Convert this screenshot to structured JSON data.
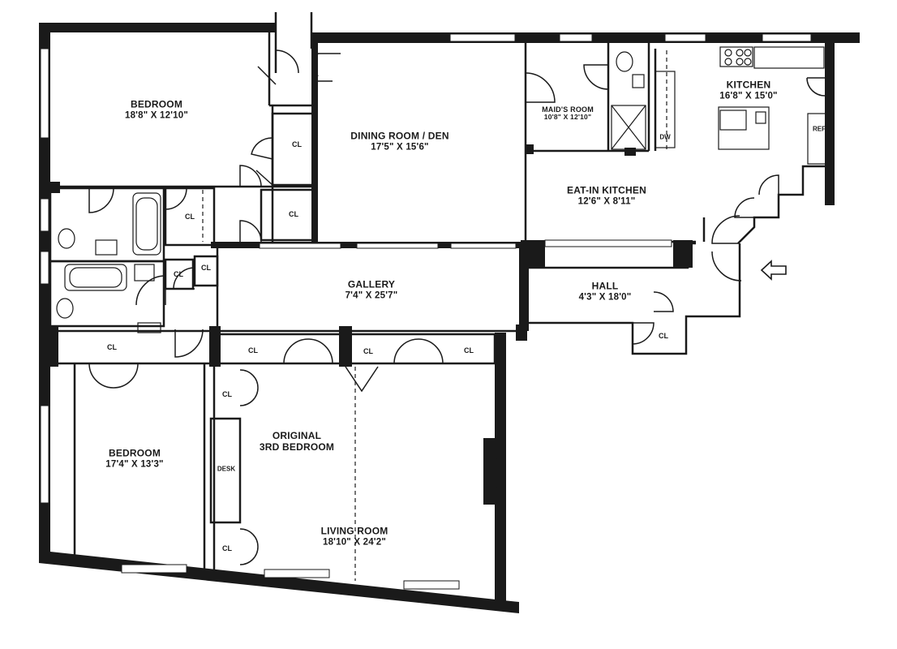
{
  "rooms": {
    "bedroom_1": {
      "name": "BEDROOM",
      "dims": "18'8\" X 12'10\""
    },
    "dining": {
      "name": "DINING ROOM / DEN",
      "dims": "17'5\" X 15'6\""
    },
    "maids": {
      "name": "MAID'S ROOM",
      "dims": "10'8\" X 12'10\""
    },
    "kitchen": {
      "name": "KITCHEN",
      "dims": "16'8\" X 15'0\""
    },
    "eat_in": {
      "name": "EAT-IN KITCHEN",
      "dims": "12'6\" X 8'11\""
    },
    "gallery": {
      "name": "GALLERY",
      "dims": "7'4\" X 25'7\""
    },
    "hall": {
      "name": "HALL",
      "dims": "4'3\" X 18'0\""
    },
    "bedroom_2": {
      "name": "BEDROOM",
      "dims": "17'4\" X 13'3\""
    },
    "original": {
      "name": "ORIGINAL",
      "name2": "3RD BEDROOM"
    },
    "living": {
      "name": "LIVING ROOM",
      "dims": "18'10\" X 24'2\""
    }
  },
  "tags": {
    "closet": "CL",
    "desk": "DESK",
    "dishwasher": "DW",
    "refrigerator": "REF"
  },
  "colors": {
    "wall": "#1a1a1a",
    "line": "#2a2a2a",
    "window": "#ffffff"
  }
}
